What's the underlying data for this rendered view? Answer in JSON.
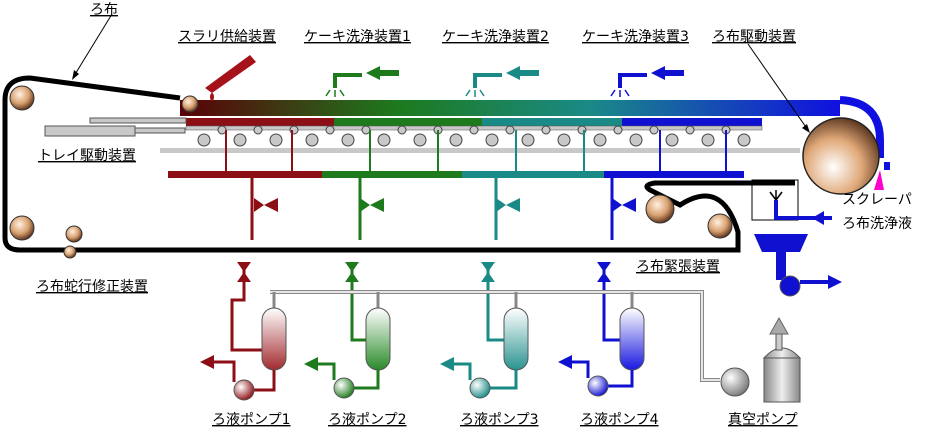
{
  "labels": {
    "filter_cloth": "ろ布",
    "slurry_feed": "スラリ供給装置",
    "cake_wash_1": "ケーキ洗浄装置1",
    "cake_wash_2": "ケーキ洗浄装置2",
    "cake_wash_3": "ケーキ洗浄装置3",
    "cloth_drive": "ろ布駆動装置",
    "tray_drive": "トレイ駆動装置",
    "scraper": "スクレーパ",
    "cloth_wash_liquid": "ろ布洗浄液",
    "cloth_tension": "ろ布緊張装置",
    "cloth_tracking": "ろ布蛇行修正装置",
    "filtrate_pump_1": "ろ液ポンプ1",
    "filtrate_pump_2": "ろ液ポンプ2",
    "filtrate_pump_3": "ろ液ポンプ3",
    "filtrate_pump_4": "ろ液ポンプ4",
    "vacuum_pump": "真空ポンプ"
  },
  "colors": {
    "zone1": "#8b0f14",
    "zone2": "#1d7a1d",
    "zone3": "#1a8a86",
    "zone4": "#1010d0",
    "belt": "#000000",
    "scraper": "#ff00cc",
    "pipe_gray": "#c8c8c8"
  }
}
